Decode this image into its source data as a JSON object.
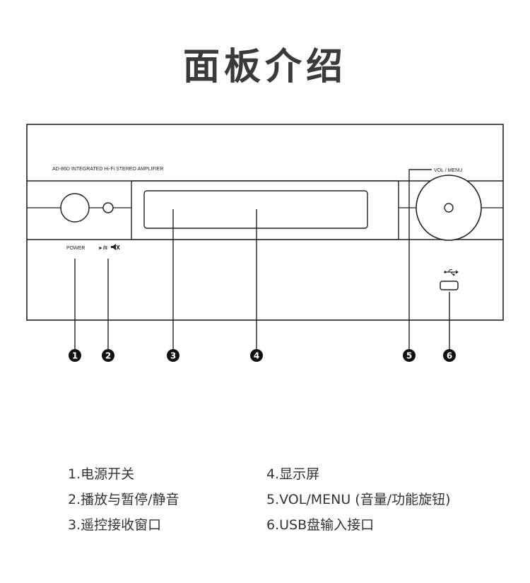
{
  "title": "面板介绍",
  "panel": {
    "model_text": "AD-86D  INTEGRATED  Hi-Fi  STEREO  AMPLIFIER",
    "power_label": "POWER",
    "play_label": "►/II",
    "vol_menu_label": "VOL / MENU",
    "usb_symbol": "⭍"
  },
  "markers": [
    "1",
    "2",
    "3",
    "4",
    "5",
    "6"
  ],
  "legend": [
    {
      "text": "1.电源开关"
    },
    {
      "text": "2.播放与暂停/静音"
    },
    {
      "text": "3.遥控接收窗口"
    },
    {
      "text": "4.显示屏"
    },
    {
      "text": "5.VOL/MENU (音量/功能旋钮)"
    },
    {
      "text": "6.USB盘输入接口"
    }
  ],
  "colors": {
    "line": "#222222",
    "marker_fill": "#111111",
    "text": "#333333"
  }
}
